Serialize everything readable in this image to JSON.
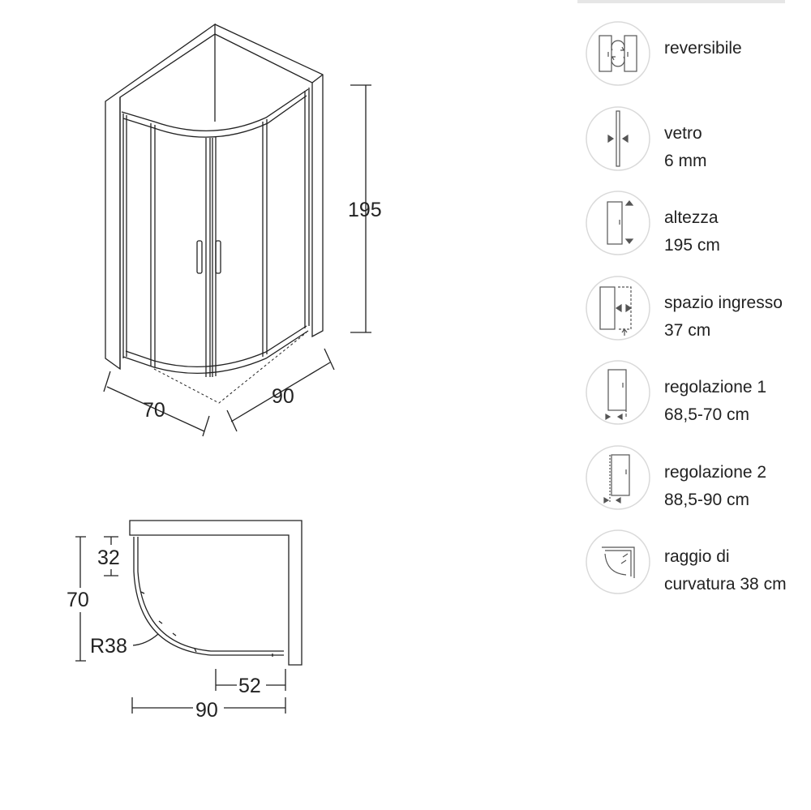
{
  "iso_view": {
    "height_label": "195",
    "width_left_label": "70",
    "width_right_label": "90"
  },
  "plan_view": {
    "dim_32": "32",
    "dim_70": "70",
    "radius": "R38",
    "dim_52": "52",
    "dim_90": "90"
  },
  "features": [
    {
      "icon": "reversible-door-icon",
      "line1": "reversibile",
      "line2": ""
    },
    {
      "icon": "glass-thickness-icon",
      "line1": "vetro",
      "line2": "6 mm"
    },
    {
      "icon": "height-icon",
      "line1": "altezza",
      "line2": "195 cm"
    },
    {
      "icon": "entry-space-icon",
      "line1": "spazio ingresso",
      "line2": "37 cm"
    },
    {
      "icon": "adjustment-1-icon",
      "line1": "regolazione 1",
      "line2": "68,5-70 cm"
    },
    {
      "icon": "adjustment-2-icon",
      "line1": "regolazione 2",
      "line2": "88,5-90 cm"
    },
    {
      "icon": "curvature-radius-icon",
      "line1": "raggio di",
      "line2": "curvatura 38 cm"
    }
  ],
  "colors": {
    "line": "#222222",
    "icon_circle": "#d9d9d9",
    "icon_stroke": "#555555",
    "wall_fill": "#ffffff"
  }
}
